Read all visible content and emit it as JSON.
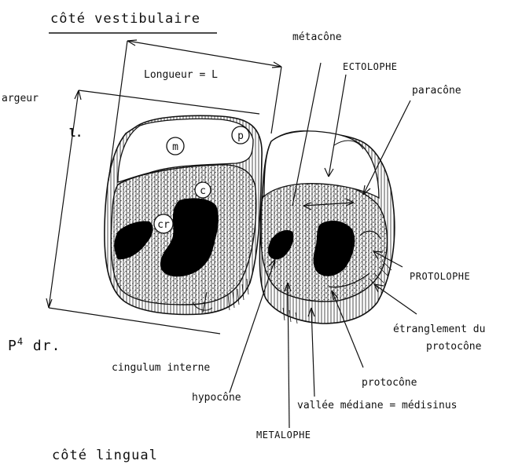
{
  "sides": {
    "top": "côté vestibulaire",
    "bottom": "côté lingual"
  },
  "measures": {
    "length": "Longueur = L",
    "width": "argeur",
    "width_symbol": "l."
  },
  "tooth_id": {
    "label": "P",
    "superscript": "4",
    "suffix": "dr."
  },
  "circled": {
    "m": "m",
    "p": "p",
    "c": "c",
    "cr": "cr"
  },
  "labels": {
    "metacone": "métacône",
    "ectolophe": "ECTOLOPHE",
    "paracone": "paracône",
    "protolophe": "PROTOLOPHE",
    "etranglement_1": "étranglement du",
    "etranglement_2": "protocône",
    "protocone": "protocône",
    "vallee": "vallée médiane = médisinus",
    "cingulum": "cingulum interne",
    "hypocone": "hypocône",
    "metalophe": "METALOPHE"
  }
}
